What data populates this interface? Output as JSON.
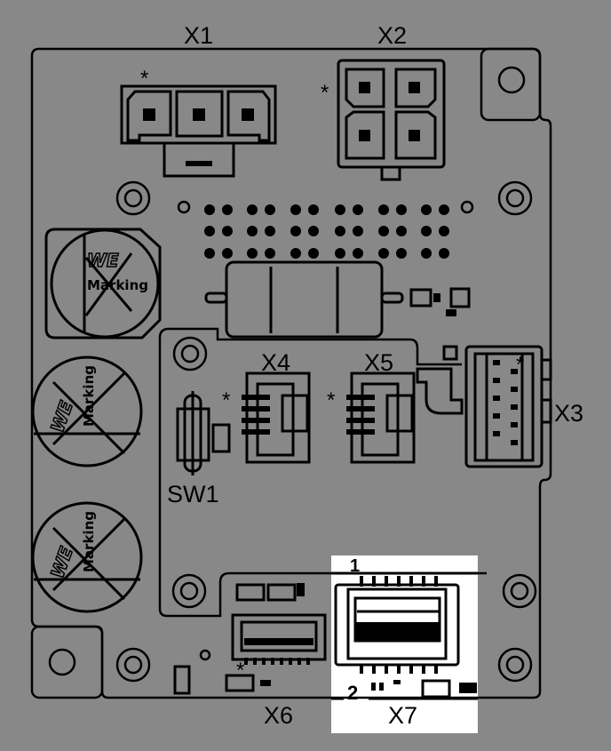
{
  "title": "PCB assembly drawing",
  "colors": {
    "background": "#888888",
    "outline": "#000000",
    "highlight": "#ffffff"
  },
  "designators": {
    "x1": "X1",
    "x2": "X2",
    "x3": "X3",
    "x4": "X4",
    "x5": "X5",
    "x6": "X6",
    "x7": "X7",
    "sw1": "SW1"
  },
  "pin_markers": {
    "pin1": "1",
    "pin2": "2",
    "star": "*"
  },
  "inductors": [
    {
      "logo": "WE",
      "marking": "Marking"
    },
    {
      "logo": "WE",
      "marking": "Marking"
    },
    {
      "logo": "WE",
      "marking": "Marking"
    }
  ]
}
